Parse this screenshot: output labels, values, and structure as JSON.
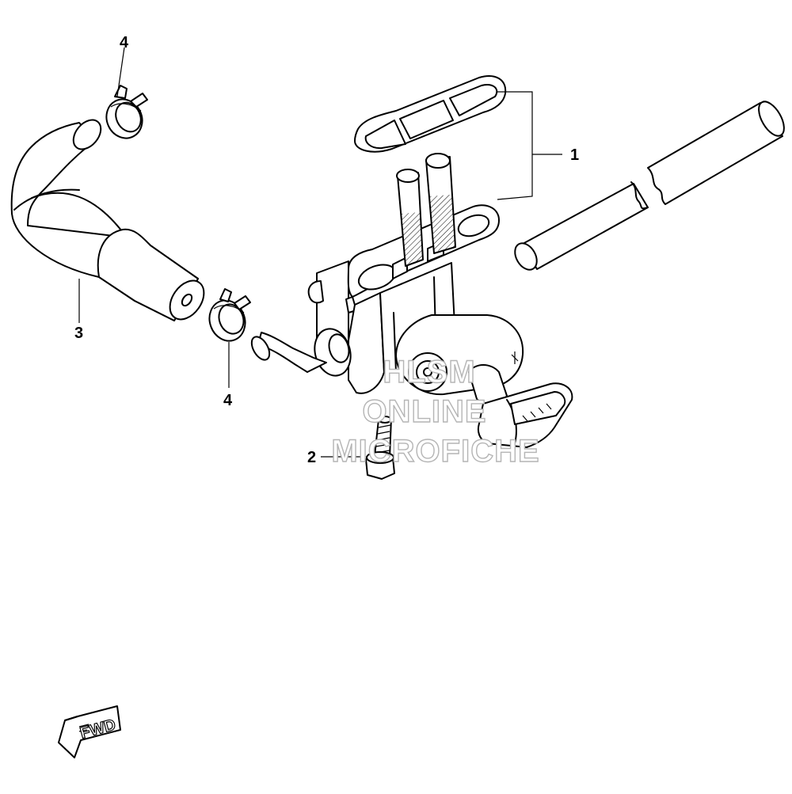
{
  "callouts": [
    {
      "id": "1",
      "label": "1"
    },
    {
      "id": "2",
      "label": "2"
    },
    {
      "id": "3",
      "label": "3"
    },
    {
      "id": "4a",
      "label": "4"
    },
    {
      "id": "4b",
      "label": "4"
    }
  ],
  "watermark": {
    "line1": "HLSM",
    "line2": "ONLINE",
    "line3": "MICROFICHE"
  },
  "fwd_arrow": {
    "label": "FWD"
  }
}
